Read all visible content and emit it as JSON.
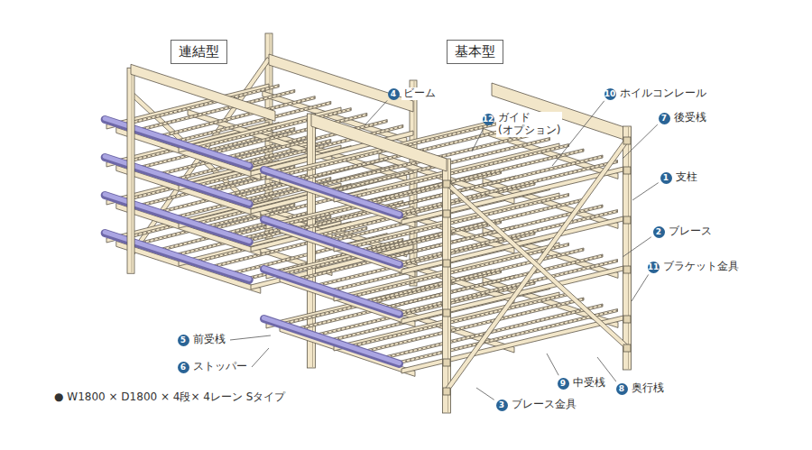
{
  "diagram": {
    "nodes": [
      {
        "text": [
          "連結型"
        ]
      },
      {
        "text": [
          "基本型"
        ]
      },
      {
        "text": [
          "4"
        ]
      },
      {
        "text": [
          "10"
        ]
      },
      {
        "text": [
          "12"
        ]
      },
      {
        "text": [
          "7"
        ]
      },
      {
        "text": [
          "1"
        ]
      },
      {
        "text": [
          "2"
        ]
      },
      {
        "text": [
          "11"
        ]
      },
      {
        "text": [
          "5"
        ]
      },
      {
        "text": [
          "6"
        ]
      },
      {
        "text": [
          "9"
        ]
      },
      {
        "text": [
          "8"
        ]
      },
      {
        "text": [
          "3"
        ]
      }
    ],
    "labels": [
      "ビーム",
      "ホイルコンレール",
      "ガイド (オプション)",
      "後受桟",
      "支柱",
      "ブレース",
      "ブラケット金具",
      "前受桟",
      "ストッパー",
      "中受桟",
      "奥行桟",
      "ブレース金具",
      "● W1800 × D1800 × 4段× 4レーン Sタイプ"
    ]
  }
}
